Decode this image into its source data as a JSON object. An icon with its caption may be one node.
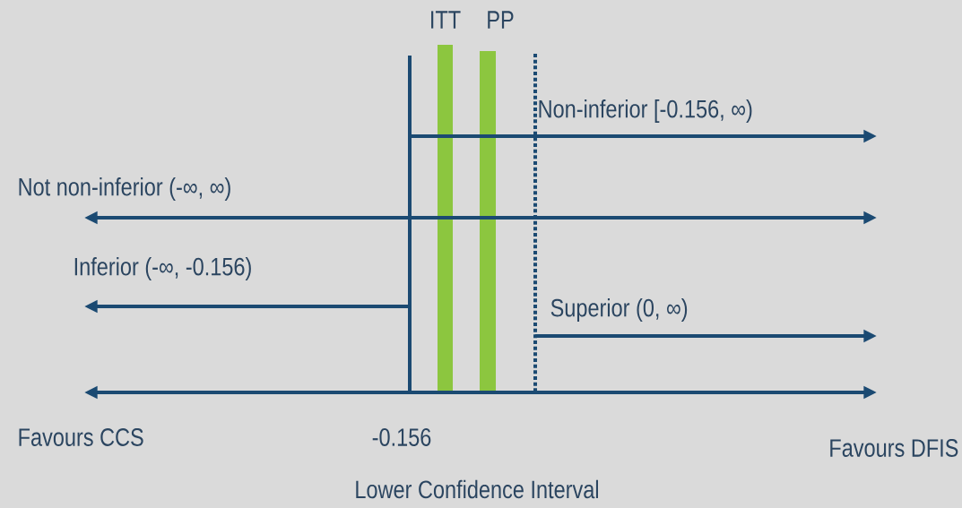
{
  "diagram": {
    "nodes": [
      {
        "text": [
          "ITT"
        ]
      },
      {
        "text": [
          "PP"
        ]
      }
    ],
    "labels": [
      "Non-inferior [-0.156, ∞)",
      "Not non-inferior  (-∞, ∞)",
      "Inferior (-∞, -0.156)",
      "Superior (0, ∞)",
      "Favours CCS",
      "-0.156",
      "Favours DFIS",
      "Lower Confidence Interval"
    ]
  }
}
